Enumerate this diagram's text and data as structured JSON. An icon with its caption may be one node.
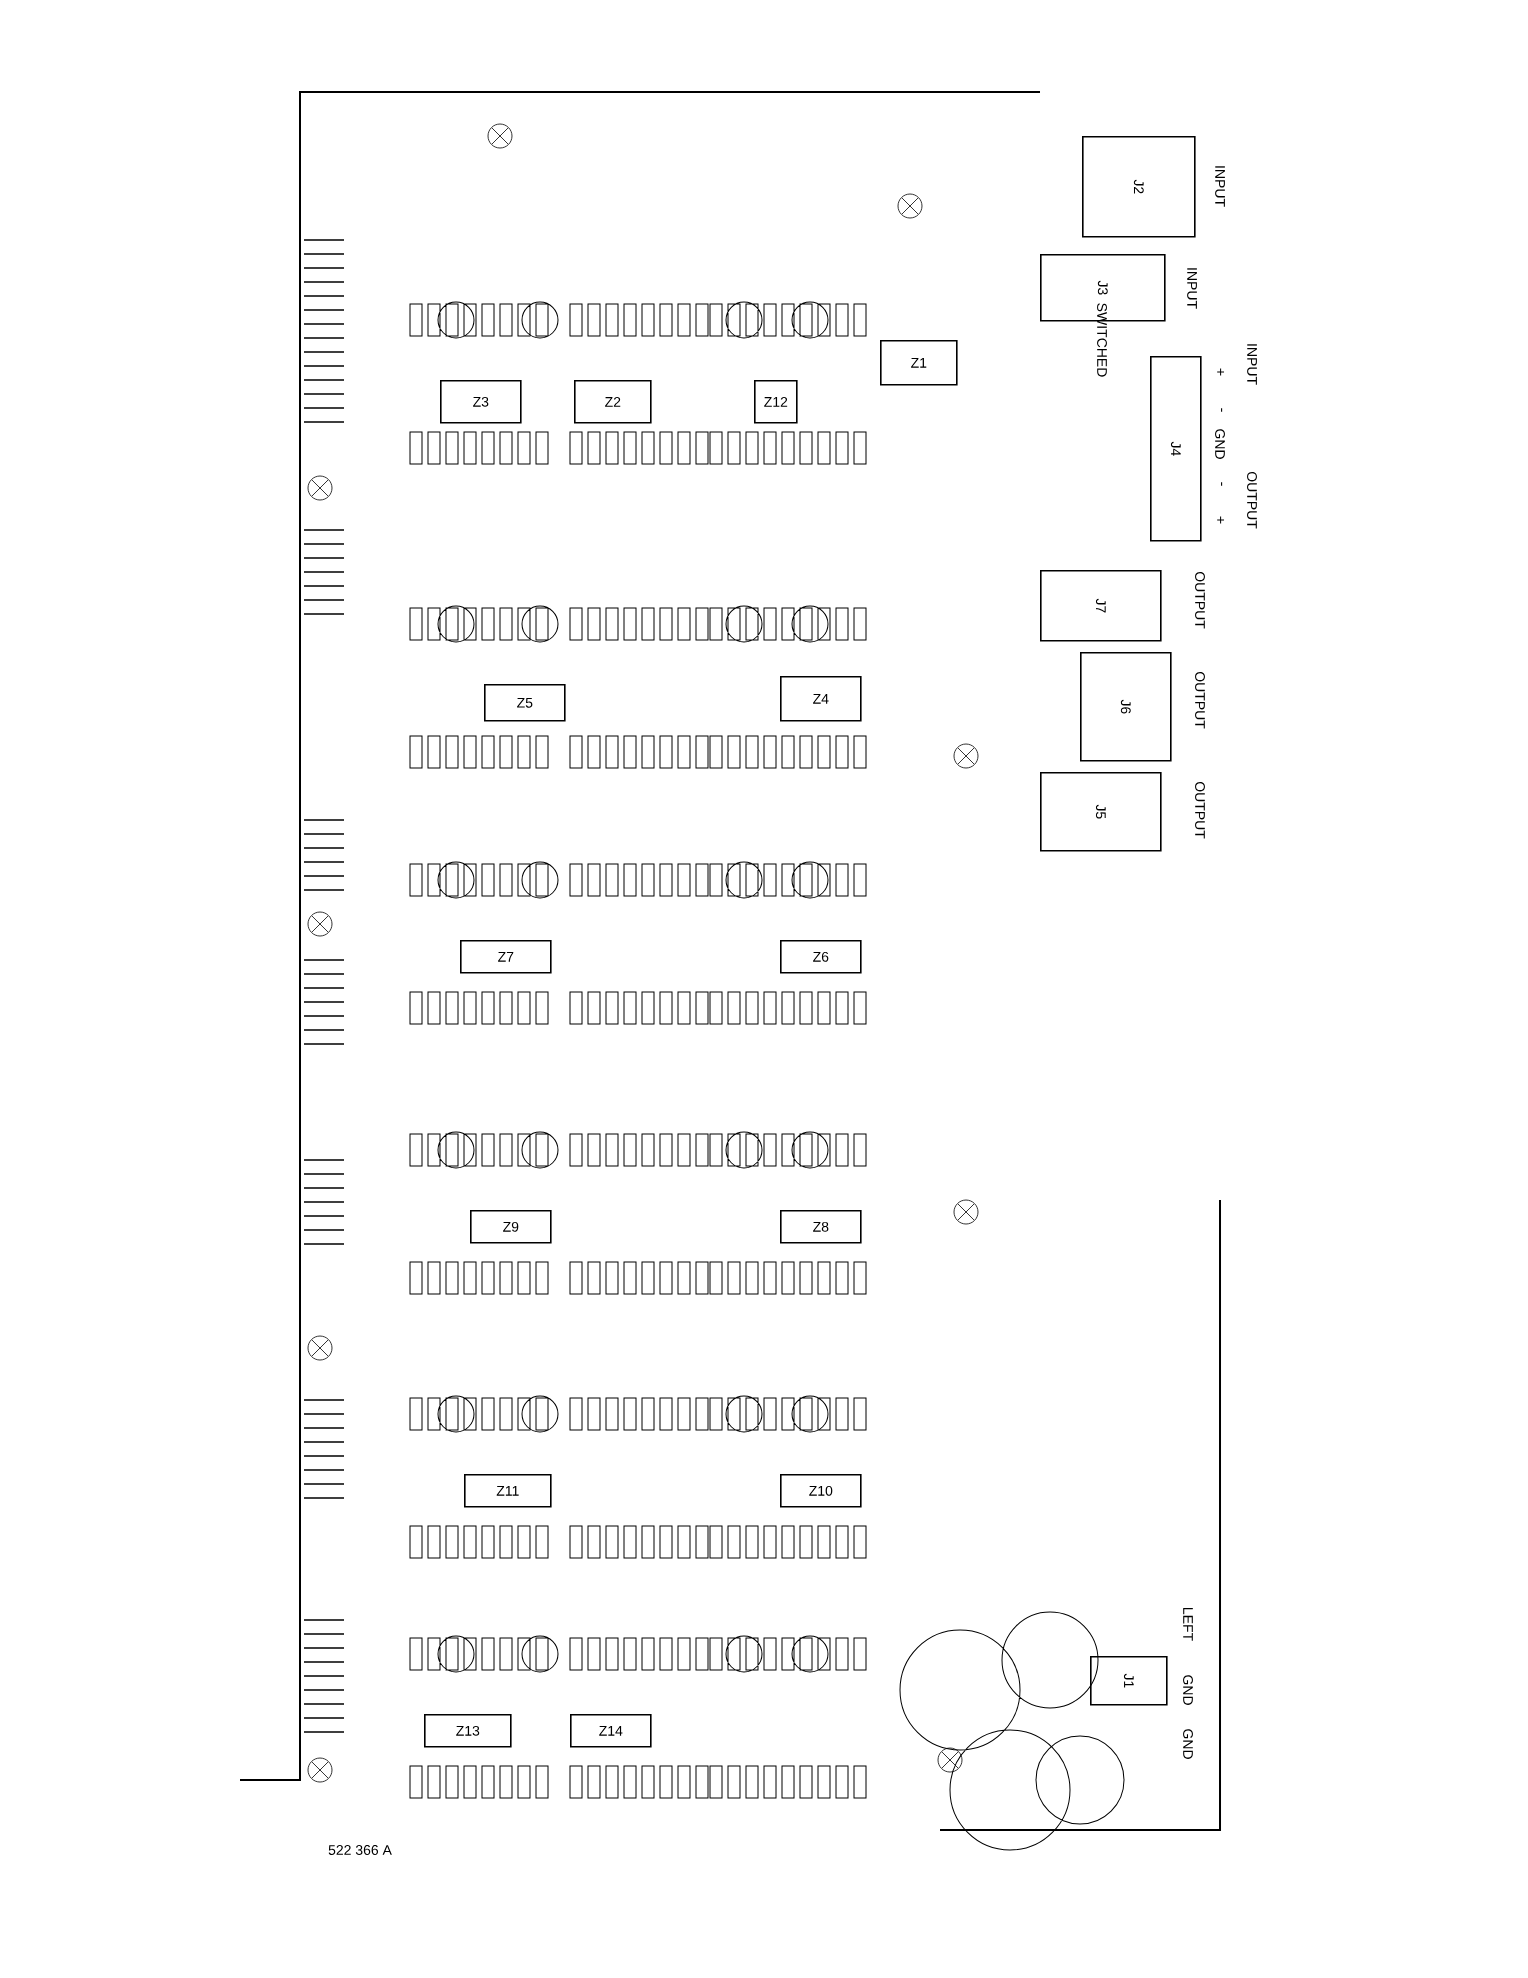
{
  "diagram": {
    "nodes": [
      {
        "text": [
          "Z3"
        ]
      },
      {
        "text": [
          "Z2"
        ]
      },
      {
        "text": [
          "Z12"
        ]
      },
      {
        "text": [
          "Z1"
        ]
      },
      {
        "text": [
          "J2"
        ],
        "beside": [
          "INPUT"
        ]
      },
      {
        "text": [
          "J3"
        ],
        "beside": [
          "INPUT",
          "SWITCHED"
        ]
      },
      {
        "text": [
          "J4"
        ],
        "beside": [
          "INPUT",
          "OUTPUT",
          "+",
          "-",
          "GND",
          "-",
          "+"
        ]
      },
      {
        "text": [
          "Z5"
        ]
      },
      {
        "text": [
          "Z4"
        ]
      },
      {
        "text": [
          "J7"
        ],
        "beside": [
          "OUTPUT"
        ]
      },
      {
        "text": [
          "J6"
        ],
        "beside": [
          "OUTPUT"
        ]
      },
      {
        "text": [
          "J5"
        ],
        "beside": [
          "OUTPUT"
        ]
      },
      {
        "text": [
          "Z7"
        ]
      },
      {
        "text": [
          "Z6"
        ]
      },
      {
        "text": [
          "Z9"
        ]
      },
      {
        "text": [
          "Z8"
        ]
      },
      {
        "text": [
          "Z11"
        ]
      },
      {
        "text": [
          "Z10"
        ]
      },
      {
        "text": [
          "Z13"
        ]
      },
      {
        "text": [
          "Z14"
        ]
      },
      {
        "text": [
          "J1"
        ],
        "beside": [
          "LEFT",
          "GND",
          "GND"
        ]
      }
    ],
    "labels": [
      "522 366 A"
    ]
  }
}
